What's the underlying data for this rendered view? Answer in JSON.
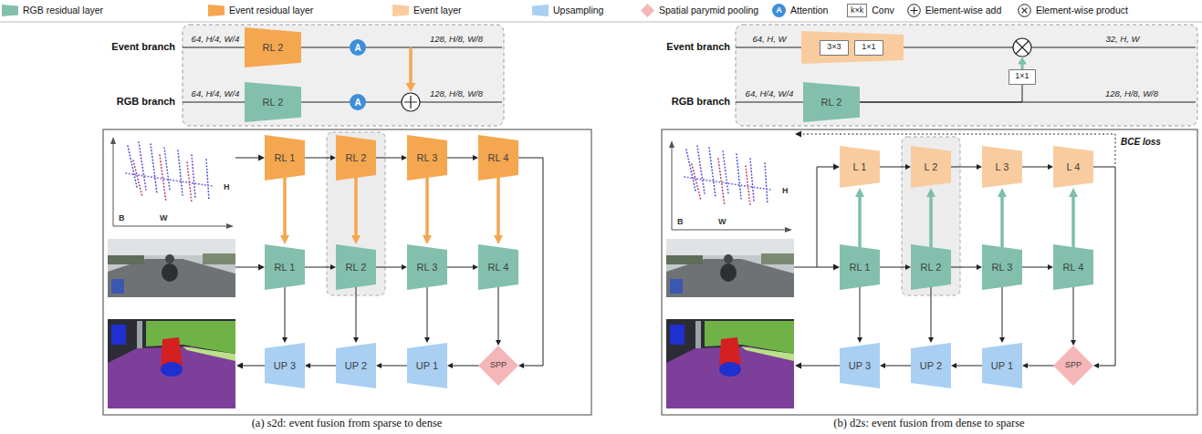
{
  "diagram": {
    "nodes": [
      {
        "text": [
          "RL 2"
        ]
      },
      {
        "text": [
          "A"
        ]
      },
      {
        "text": [
          "RL 2"
        ]
      },
      {
        "text": [
          "A"
        ]
      },
      {
        "text": [
          "RL 1"
        ]
      },
      {
        "text": [
          "RL 2"
        ]
      },
      {
        "text": [
          "RL 3"
        ]
      },
      {
        "text": [
          "RL 4"
        ]
      },
      {
        "text": [
          "RL 1"
        ]
      },
      {
        "text": [
          "RL 2"
        ]
      },
      {
        "text": [
          "RL 3"
        ]
      },
      {
        "text": [
          "RL 4"
        ]
      },
      {
        "text": [
          "UP 3"
        ]
      },
      {
        "text": [
          "UP 2"
        ]
      },
      {
        "text": [
          "UP 1"
        ]
      },
      {
        "text": [
          "SPP"
        ]
      },
      {
        "text": [
          "3×3"
        ]
      },
      {
        "text": [
          "1×1"
        ]
      },
      {
        "text": [
          "RL 2"
        ]
      },
      {
        "text": [
          "1×1"
        ]
      },
      {
        "text": [
          "L 1"
        ]
      },
      {
        "text": [
          "L 2"
        ]
      },
      {
        "text": [
          "L 3"
        ]
      },
      {
        "text": [
          "L 4"
        ]
      },
      {
        "text": [
          "RL 1"
        ]
      },
      {
        "text": [
          "RL 2"
        ]
      },
      {
        "text": [
          "RL 3"
        ]
      },
      {
        "text": [
          "RL 4"
        ]
      },
      {
        "text": [
          "UP 3"
        ]
      },
      {
        "text": [
          "UP 2"
        ]
      },
      {
        "text": [
          "UP 1"
        ]
      },
      {
        "text": [
          "SPP"
        ]
      }
    ],
    "edges": [
      {
        "from": 0,
        "to": 1,
        "arrow": "none"
      },
      {
        "from": 2,
        "to": 3,
        "arrow": "none"
      },
      {
        "from": 4,
        "to": 5,
        "arrow": "to"
      },
      {
        "from": 5,
        "to": 6,
        "arrow": "to"
      },
      {
        "from": 6,
        "to": 7,
        "arrow": "to"
      },
      {
        "from": 4,
        "to": 8,
        "arrow": "to"
      },
      {
        "from": 5,
        "to": 9,
        "arrow": "to"
      },
      {
        "from": 6,
        "to": 10,
        "arrow": "to"
      },
      {
        "from": 7,
        "to": 11,
        "arrow": "to"
      },
      {
        "from": 8,
        "to": 9,
        "arrow": "to"
      },
      {
        "from": 9,
        "to": 10,
        "arrow": "to"
      },
      {
        "from": 10,
        "to": 11,
        "arrow": "to"
      },
      {
        "from": 11,
        "to": 15,
        "arrow": "to"
      },
      {
        "from": 7,
        "to": 15,
        "arrow": "to"
      },
      {
        "from": 8,
        "to": 12,
        "arrow": "to"
      },
      {
        "from": 9,
        "to": 13,
        "arrow": "to"
      },
      {
        "from": 10,
        "to": 14,
        "arrow": "to"
      },
      {
        "from": 15,
        "to": 14,
        "arrow": "to"
      },
      {
        "from": 14,
        "to": 13,
        "arrow": "to"
      },
      {
        "from": 13,
        "to": 12,
        "arrow": "to"
      },
      {
        "from": 18,
        "to": 19,
        "arrow": "none"
      },
      {
        "from": 20,
        "to": 21,
        "arrow": "to"
      },
      {
        "from": 21,
        "to": 22,
        "arrow": "to"
      },
      {
        "from": 22,
        "to": 23,
        "arrow": "to"
      },
      {
        "from": 24,
        "to": 20,
        "arrow": "to"
      },
      {
        "from": 25,
        "to": 21,
        "arrow": "to"
      },
      {
        "from": 26,
        "to": 22,
        "arrow": "to"
      },
      {
        "from": 27,
        "to": 23,
        "arrow": "to"
      },
      {
        "from": 24,
        "to": 25,
        "arrow": "to"
      },
      {
        "from": 25,
        "to": 26,
        "arrow": "to"
      },
      {
        "from": 26,
        "to": 27,
        "arrow": "to"
      },
      {
        "from": 27,
        "to": 31,
        "arrow": "to"
      },
      {
        "from": 23,
        "to": 31,
        "arrow": "to"
      },
      {
        "from": 24,
        "to": 28,
        "arrow": "to"
      },
      {
        "from": 25,
        "to": 29,
        "arrow": "to"
      },
      {
        "from": 26,
        "to": 30,
        "arrow": "to"
      },
      {
        "from": 31,
        "to": 30,
        "arrow": "to"
      },
      {
        "from": 30,
        "to": 29,
        "arrow": "to"
      },
      {
        "from": 29,
        "to": 28,
        "arrow": "to"
      }
    ],
    "labels": [
      "A",
      "k×k",
      "Event branch",
      "64, H/4, W/4",
      "128, H/8, W/8",
      "RGB branch",
      "64, H/4, W/4",
      "128, H/8, W/8",
      "H",
      "B",
      "W",
      "(a) s2d: event fusion from sparse to dense",
      "Event branch",
      "64, H, W",
      "32, H, W",
      "RGB branch",
      "64, H/4, W/4",
      "128, H/8, W/8",
      "BCE loss",
      "H",
      "B",
      "W",
      "(b) d2s: event fusion from dense to sparse"
    ],
    "legend": [
      {
        "text": "RGB residual layer",
        "color": "#82c0ad"
      },
      {
        "text": "Event residual layer",
        "color": "#f5a74f"
      },
      {
        "text": "Event layer",
        "color": "#f9cc9f"
      },
      {
        "text": "Upsampling",
        "color": "#a9cff3"
      },
      {
        "text": "Spatial parymid pooling",
        "color": "#f4b6b6"
      },
      {
        "text": "Attention"
      },
      {
        "text": "Conv"
      },
      {
        "text": "Element-wise add"
      },
      {
        "text": "Element-wise product"
      }
    ]
  }
}
